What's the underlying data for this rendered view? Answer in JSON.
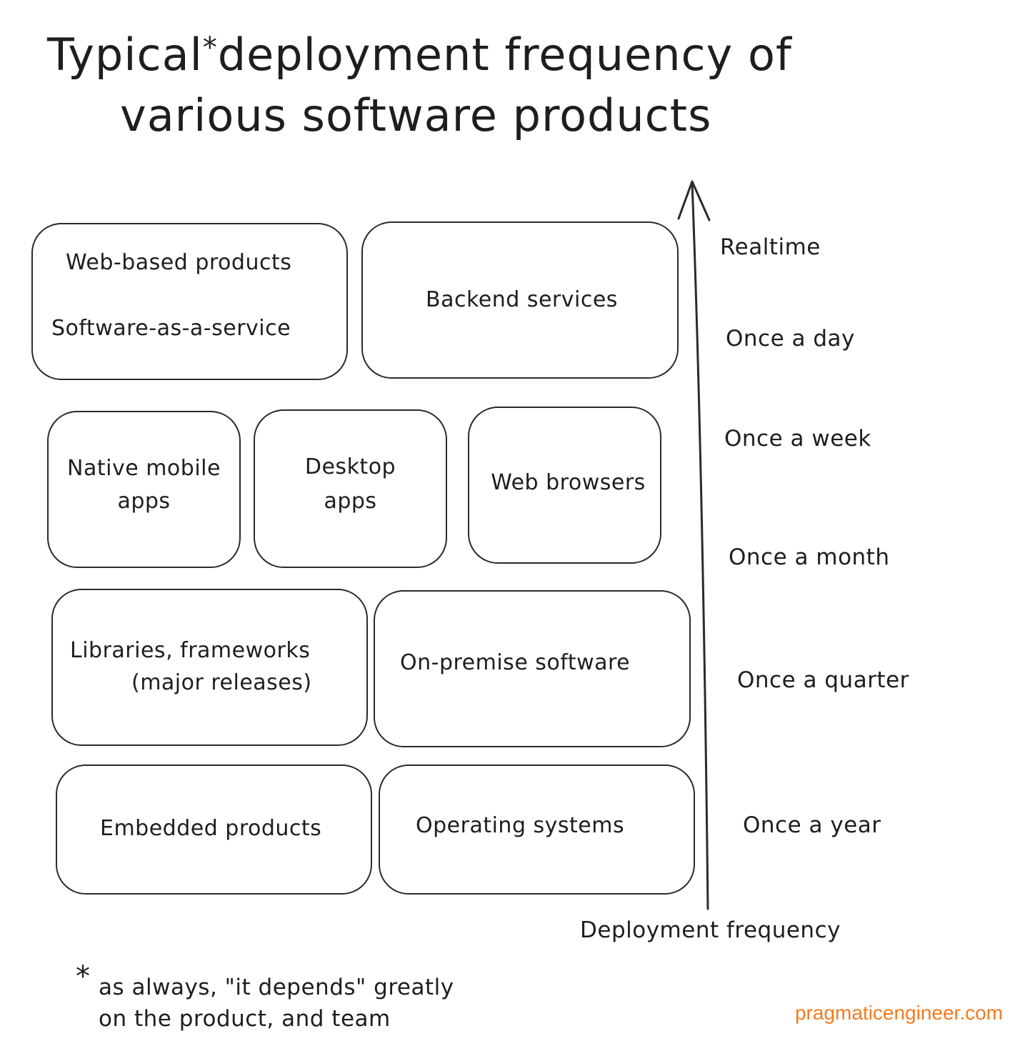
{
  "title": {
    "line1_before_star": "Typical",
    "star": "*",
    "line1_after_star": "deployment frequency of",
    "line2": "various software products"
  },
  "rows": [
    {
      "level": "top",
      "boxes": [
        {
          "lines": [
            "Web-based products",
            "Software-as-a-service"
          ]
        },
        {
          "lines": [
            "Backend services"
          ]
        }
      ]
    },
    {
      "level": "second",
      "boxes": [
        {
          "lines": [
            "Native mobile",
            "apps"
          ]
        },
        {
          "lines": [
            "Desktop",
            "apps"
          ]
        },
        {
          "lines": [
            "Web browsers"
          ]
        }
      ]
    },
    {
      "level": "third",
      "boxes": [
        {
          "lines": [
            "Libraries, frameworks",
            "(major releases)"
          ]
        },
        {
          "lines": [
            "On-premise software"
          ]
        }
      ]
    },
    {
      "level": "bottom",
      "boxes": [
        {
          "lines": [
            "Embedded products"
          ]
        },
        {
          "lines": [
            "Operating systems"
          ]
        }
      ]
    }
  ],
  "frequency_labels": [
    "Realtime",
    "Once a day",
    "Once a week",
    "Once a month",
    "Once a quarter",
    "Once a year"
  ],
  "axis_title": "Deployment frequency",
  "footnote": {
    "star": "*",
    "line1": "as always, \"it depends\" greatly",
    "line2": "on the product, and team"
  },
  "credit": "pragmaticengineer.com",
  "colors": {
    "ink": "#1e1e1e",
    "credit": "#f47b20",
    "background": "#ffffff"
  }
}
